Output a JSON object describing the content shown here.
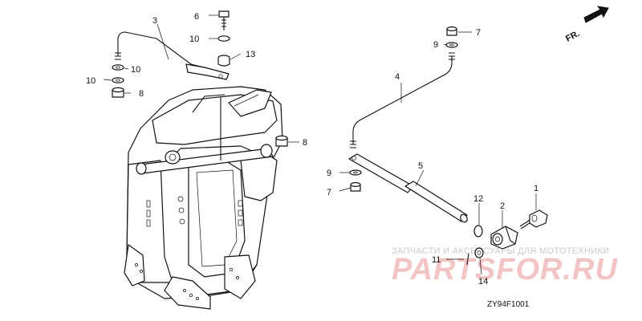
{
  "callouts": {
    "c1": "1",
    "c2": "2",
    "c3": "3",
    "c4": "4",
    "c5": "5",
    "c6": "6",
    "c7a": "7",
    "c7b": "7",
    "c8a": "8",
    "c8b": "8",
    "c9a": "9",
    "c9b": "9",
    "c10a": "10",
    "c10b": "10",
    "c10c": "10",
    "c11": "11",
    "c12": "12",
    "c13": "13",
    "c14": "14"
  },
  "direction_label": "FR.",
  "diagram_code": "ZY94F1001",
  "watermark": {
    "text": "ЗАПЧАСТИ И АКСЕССУАРЫ ДЛЯ МОТОТЕХНИКИ",
    "logo": "PARTSFOR.RU"
  },
  "colors": {
    "line": "#111111",
    "watermark_logo": "#f2c4c4",
    "watermark_text": "#c9c9c9"
  }
}
